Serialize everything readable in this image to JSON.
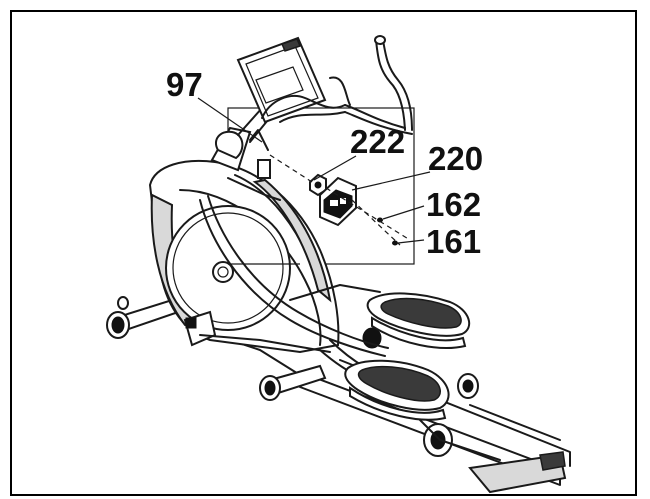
{
  "diagram": {
    "callouts": [
      {
        "id": "97",
        "label": "97"
      },
      {
        "id": "222",
        "label": "222"
      },
      {
        "id": "220",
        "label": "220"
      },
      {
        "id": "162",
        "label": "162"
      },
      {
        "id": "161",
        "label": "161"
      }
    ],
    "colors": {
      "ink": "#111111",
      "frame": "#000000",
      "background": "#ffffff"
    }
  }
}
